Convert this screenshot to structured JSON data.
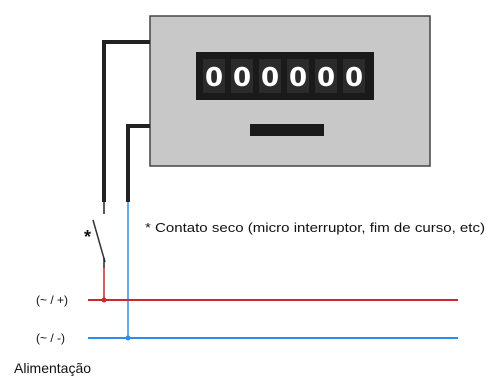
{
  "counter": {
    "digits": [
      "0",
      "0",
      "0",
      "0",
      "0",
      "0"
    ],
    "body_color": "#c8c8c8",
    "display_color": "#1a1a1a"
  },
  "switch": {
    "marker": "*"
  },
  "note": "* Contato seco (micro interruptor, fim de curso, etc)",
  "lines": {
    "positive_label": "(~ / +)",
    "negative_label": "(~ / -)",
    "positive_color": "#c8282e",
    "negative_color": "#2e8ee6"
  },
  "supply_label": "Alimentação"
}
